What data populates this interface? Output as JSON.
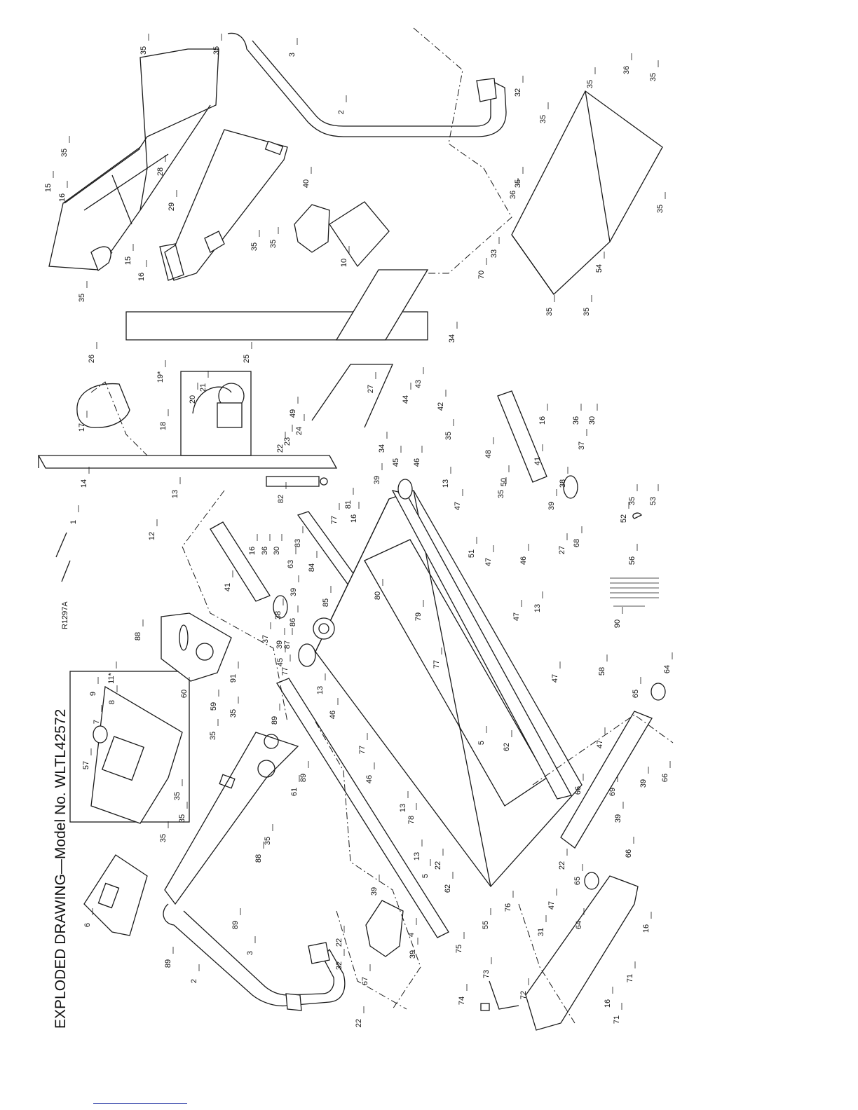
{
  "title": "EXPLODED DRAWING—Model No. WLTL42572",
  "drawing_code": "R1297A",
  "callouts": [
    {
      "id": "c35a",
      "text": "35"
    },
    {
      "id": "c35b",
      "text": "35"
    },
    {
      "id": "c3a",
      "text": "3"
    },
    {
      "id": "c35c",
      "text": "35"
    },
    {
      "id": "c28",
      "text": "28"
    },
    {
      "id": "c29",
      "text": "29"
    },
    {
      "id": "c2a",
      "text": "2"
    },
    {
      "id": "c32a",
      "text": "32"
    },
    {
      "id": "c36a",
      "text": "36"
    },
    {
      "id": "c35d",
      "text": "35"
    },
    {
      "id": "c35e",
      "text": "35"
    },
    {
      "id": "c35f",
      "text": "35"
    },
    {
      "id": "c40",
      "text": "40"
    },
    {
      "id": "c35g",
      "text": "35"
    },
    {
      "id": "c10",
      "text": "10"
    },
    {
      "id": "c35h",
      "text": "35"
    },
    {
      "id": "c36b",
      "text": "36"
    },
    {
      "id": "c35i",
      "text": "35"
    },
    {
      "id": "c35j",
      "text": "35"
    },
    {
      "id": "c54",
      "text": "54"
    },
    {
      "id": "c33",
      "text": "33"
    },
    {
      "id": "c70",
      "text": "70"
    },
    {
      "id": "c15a",
      "text": "15"
    },
    {
      "id": "c16a",
      "text": "16"
    },
    {
      "id": "c35k",
      "text": "35"
    },
    {
      "id": "c35l",
      "text": "35"
    },
    {
      "id": "c35m",
      "text": "35"
    },
    {
      "id": "c26",
      "text": "26"
    },
    {
      "id": "c34a",
      "text": "34"
    },
    {
      "id": "c25",
      "text": "25"
    },
    {
      "id": "c15b",
      "text": "15"
    },
    {
      "id": "c16b",
      "text": "16"
    },
    {
      "id": "c19",
      "text": "19*"
    },
    {
      "id": "c21",
      "text": "21"
    },
    {
      "id": "c20",
      "text": "20"
    },
    {
      "id": "c18",
      "text": "18"
    },
    {
      "id": "c17",
      "text": "17"
    },
    {
      "id": "c49",
      "text": "49"
    },
    {
      "id": "c24",
      "text": "24"
    },
    {
      "id": "c23",
      "text": "23"
    },
    {
      "id": "c22a",
      "text": "22"
    },
    {
      "id": "c27a",
      "text": "27"
    },
    {
      "id": "c43",
      "text": "43"
    },
    {
      "id": "c44",
      "text": "44"
    },
    {
      "id": "c42",
      "text": "42"
    },
    {
      "id": "c35n",
      "text": "35"
    },
    {
      "id": "c16c",
      "text": "16"
    },
    {
      "id": "c36c",
      "text": "36"
    },
    {
      "id": "c30a",
      "text": "30"
    },
    {
      "id": "c37a",
      "text": "37"
    },
    {
      "id": "c41a",
      "text": "41"
    },
    {
      "id": "c38a",
      "text": "38"
    },
    {
      "id": "c39a",
      "text": "39"
    },
    {
      "id": "c14",
      "text": "14"
    },
    {
      "id": "c13a",
      "text": "13"
    },
    {
      "id": "c12",
      "text": "12"
    },
    {
      "id": "c1",
      "text": "1"
    },
    {
      "id": "c82",
      "text": "82"
    },
    {
      "id": "c34b",
      "text": "34"
    },
    {
      "id": "c39b",
      "text": "39"
    },
    {
      "id": "c45a",
      "text": "45"
    },
    {
      "id": "c46a",
      "text": "46"
    },
    {
      "id": "c48",
      "text": "48"
    },
    {
      "id": "c50",
      "text": "50"
    },
    {
      "id": "c81",
      "text": "81"
    },
    {
      "id": "c16d",
      "text": "16"
    },
    {
      "id": "c13b",
      "text": "13"
    },
    {
      "id": "c47a",
      "text": "47"
    },
    {
      "id": "c35o",
      "text": "35"
    },
    {
      "id": "c52",
      "text": "52"
    },
    {
      "id": "c35p",
      "text": "35"
    },
    {
      "id": "c53",
      "text": "53"
    },
    {
      "id": "c83",
      "text": "83"
    },
    {
      "id": "c77a",
      "text": "77"
    },
    {
      "id": "c51",
      "text": "51"
    },
    {
      "id": "c47b",
      "text": "47"
    },
    {
      "id": "c46b",
      "text": "46"
    },
    {
      "id": "c27b",
      "text": "27"
    },
    {
      "id": "c68",
      "text": "68"
    },
    {
      "id": "c16e",
      "text": "16"
    },
    {
      "id": "c36d",
      "text": "36"
    },
    {
      "id": "c30b",
      "text": "30"
    },
    {
      "id": "c63",
      "text": "63"
    },
    {
      "id": "c84",
      "text": "84"
    },
    {
      "id": "c41b",
      "text": "41"
    },
    {
      "id": "c39c",
      "text": "39"
    },
    {
      "id": "c80",
      "text": "80"
    },
    {
      "id": "c13c",
      "text": "13"
    },
    {
      "id": "c85",
      "text": "85"
    },
    {
      "id": "c38b",
      "text": "38"
    },
    {
      "id": "c86",
      "text": "86"
    },
    {
      "id": "c79",
      "text": "79"
    },
    {
      "id": "c47c",
      "text": "47"
    },
    {
      "id": "c56",
      "text": "56"
    },
    {
      "id": "c90",
      "text": "90"
    },
    {
      "id": "c37b",
      "text": "37"
    },
    {
      "id": "c39d",
      "text": "39"
    },
    {
      "id": "c87",
      "text": "87"
    },
    {
      "id": "c45b",
      "text": "45"
    },
    {
      "id": "c77b",
      "text": "77"
    },
    {
      "id": "c77c",
      "text": "77"
    },
    {
      "id": "c11",
      "text": "11*"
    },
    {
      "id": "c88a",
      "text": "88"
    },
    {
      "id": "c91",
      "text": "91"
    },
    {
      "id": "c13d",
      "text": "13"
    },
    {
      "id": "c46c",
      "text": "46"
    },
    {
      "id": "c47d",
      "text": "47"
    },
    {
      "id": "c58",
      "text": "58"
    },
    {
      "id": "c64a",
      "text": "64"
    },
    {
      "id": "c65a",
      "text": "65"
    },
    {
      "id": "c9",
      "text": "9"
    },
    {
      "id": "c8",
      "text": "8"
    },
    {
      "id": "c60",
      "text": "60"
    },
    {
      "id": "c59",
      "text": "59"
    },
    {
      "id": "c7",
      "text": "7"
    },
    {
      "id": "c35q",
      "text": "35"
    },
    {
      "id": "c89a",
      "text": "89"
    },
    {
      "id": "c77d",
      "text": "77"
    },
    {
      "id": "c5a",
      "text": "5"
    },
    {
      "id": "c62a",
      "text": "62"
    },
    {
      "id": "c47e",
      "text": "47"
    },
    {
      "id": "c57",
      "text": "57"
    },
    {
      "id": "c35r",
      "text": "35"
    },
    {
      "id": "c61",
      "text": "61"
    },
    {
      "id": "c89b",
      "text": "89"
    },
    {
      "id": "c39e",
      "text": "39"
    },
    {
      "id": "c66a",
      "text": "66"
    },
    {
      "id": "c35s",
      "text": "35"
    },
    {
      "id": "c46d",
      "text": "46"
    },
    {
      "id": "c69",
      "text": "69"
    },
    {
      "id": "c66b",
      "text": "66"
    },
    {
      "id": "c35t",
      "text": "35"
    },
    {
      "id": "c13e",
      "text": "13"
    },
    {
      "id": "c78",
      "text": "78"
    },
    {
      "id": "c39f",
      "text": "39"
    },
    {
      "id": "c88b",
      "text": "88"
    },
    {
      "id": "c35u",
      "text": "35"
    },
    {
      "id": "c13f",
      "text": "13"
    },
    {
      "id": "c22b",
      "text": "22"
    },
    {
      "id": "c22c",
      "text": "22"
    },
    {
      "id": "c66c",
      "text": "66"
    },
    {
      "id": "c35v",
      "text": "35"
    },
    {
      "id": "c5b",
      "text": "5"
    },
    {
      "id": "c6",
      "text": "6"
    },
    {
      "id": "c39g",
      "text": "39"
    },
    {
      "id": "c62b",
      "text": "62"
    },
    {
      "id": "c65b",
      "text": "65"
    },
    {
      "id": "c4",
      "text": "4"
    },
    {
      "id": "c89c",
      "text": "89"
    },
    {
      "id": "c3b",
      "text": "3"
    },
    {
      "id": "c22d",
      "text": "22"
    },
    {
      "id": "c76",
      "text": "76"
    },
    {
      "id": "c55",
      "text": "55"
    },
    {
      "id": "c47f",
      "text": "47"
    },
    {
      "id": "c31",
      "text": "31"
    },
    {
      "id": "c64b",
      "text": "64"
    },
    {
      "id": "c16f",
      "text": "16"
    },
    {
      "id": "c89d",
      "text": "89"
    },
    {
      "id": "c32b",
      "text": "32"
    },
    {
      "id": "c39h",
      "text": "39"
    },
    {
      "id": "c75",
      "text": "75"
    },
    {
      "id": "c2b",
      "text": "2"
    },
    {
      "id": "c67",
      "text": "67"
    },
    {
      "id": "c73",
      "text": "73"
    },
    {
      "id": "c74",
      "text": "74"
    },
    {
      "id": "c22e",
      "text": "22"
    },
    {
      "id": "c72",
      "text": "72"
    },
    {
      "id": "c71a",
      "text": "71"
    },
    {
      "id": "c16g",
      "text": "16"
    },
    {
      "id": "c71b",
      "text": "71"
    }
  ]
}
